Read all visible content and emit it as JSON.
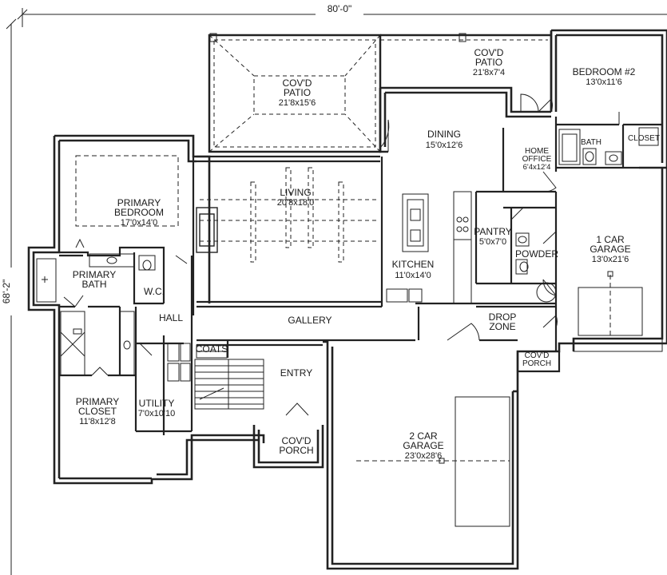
{
  "overall": {
    "width": "80'-0\"",
    "depth": "68'-2\""
  },
  "rooms": [
    {
      "key": "covd-patio-center",
      "name": [
        "COV'D",
        "PATIO"
      ],
      "dims": "21'8x15'6"
    },
    {
      "key": "covd-patio-top",
      "name": [
        "COV'D",
        "PATIO"
      ],
      "dims": "21'8x7'4"
    },
    {
      "key": "bedroom-2",
      "name": [
        "BEDROOM #2"
      ],
      "dims": "13'0x11'6"
    },
    {
      "key": "primary-bedroom",
      "name": [
        "PRIMARY",
        "BEDROOM"
      ],
      "dims": "17'0x14'0"
    },
    {
      "key": "living",
      "name": [
        "LIVING"
      ],
      "dims": "20'8x18'0"
    },
    {
      "key": "dining",
      "name": [
        "DINING"
      ],
      "dims": "15'0x12'6"
    },
    {
      "key": "home-office",
      "name": [
        "HOME",
        "OFFICE"
      ],
      "dims": "6'4x12'4"
    },
    {
      "key": "bath",
      "name": [
        "BATH"
      ],
      "dims": ""
    },
    {
      "key": "closet",
      "name": [
        "CLOSET"
      ],
      "dims": ""
    },
    {
      "key": "primary-bath",
      "name": [
        "PRIMARY",
        "BATH"
      ],
      "dims": ""
    },
    {
      "key": "wc",
      "name": [
        "W.C."
      ],
      "dims": ""
    },
    {
      "key": "kitchen",
      "name": [
        "KITCHEN"
      ],
      "dims": "11'0x14'0"
    },
    {
      "key": "pantry",
      "name": [
        "PANTRY"
      ],
      "dims": "5'0x7'0"
    },
    {
      "key": "powder",
      "name": [
        "POWDER"
      ],
      "dims": ""
    },
    {
      "key": "garage-1",
      "name": [
        "1 CAR",
        "GARAGE"
      ],
      "dims": "13'0x21'6"
    },
    {
      "key": "hall",
      "name": [
        "HALL"
      ],
      "dims": ""
    },
    {
      "key": "gallery",
      "name": [
        "GALLERY"
      ],
      "dims": ""
    },
    {
      "key": "drop-zone",
      "name": [
        "DROP",
        "ZONE"
      ],
      "dims": ""
    },
    {
      "key": "coats",
      "name": [
        "COATS"
      ],
      "dims": ""
    },
    {
      "key": "entry",
      "name": [
        "ENTRY"
      ],
      "dims": ""
    },
    {
      "key": "covd-porch-side",
      "name": [
        "COV'D",
        "PORCH"
      ],
      "dims": ""
    },
    {
      "key": "primary-closet",
      "name": [
        "PRIMARY",
        "CLOSET"
      ],
      "dims": "11'8x12'8"
    },
    {
      "key": "utility",
      "name": [
        "UTILITY"
      ],
      "dims": "7'0x10'10"
    },
    {
      "key": "covd-porch-front",
      "name": [
        "COV'D",
        "PORCH"
      ],
      "dims": ""
    },
    {
      "key": "garage-2",
      "name": [
        "2 CAR",
        "GARAGE"
      ],
      "dims": "23'0x28'6"
    }
  ]
}
